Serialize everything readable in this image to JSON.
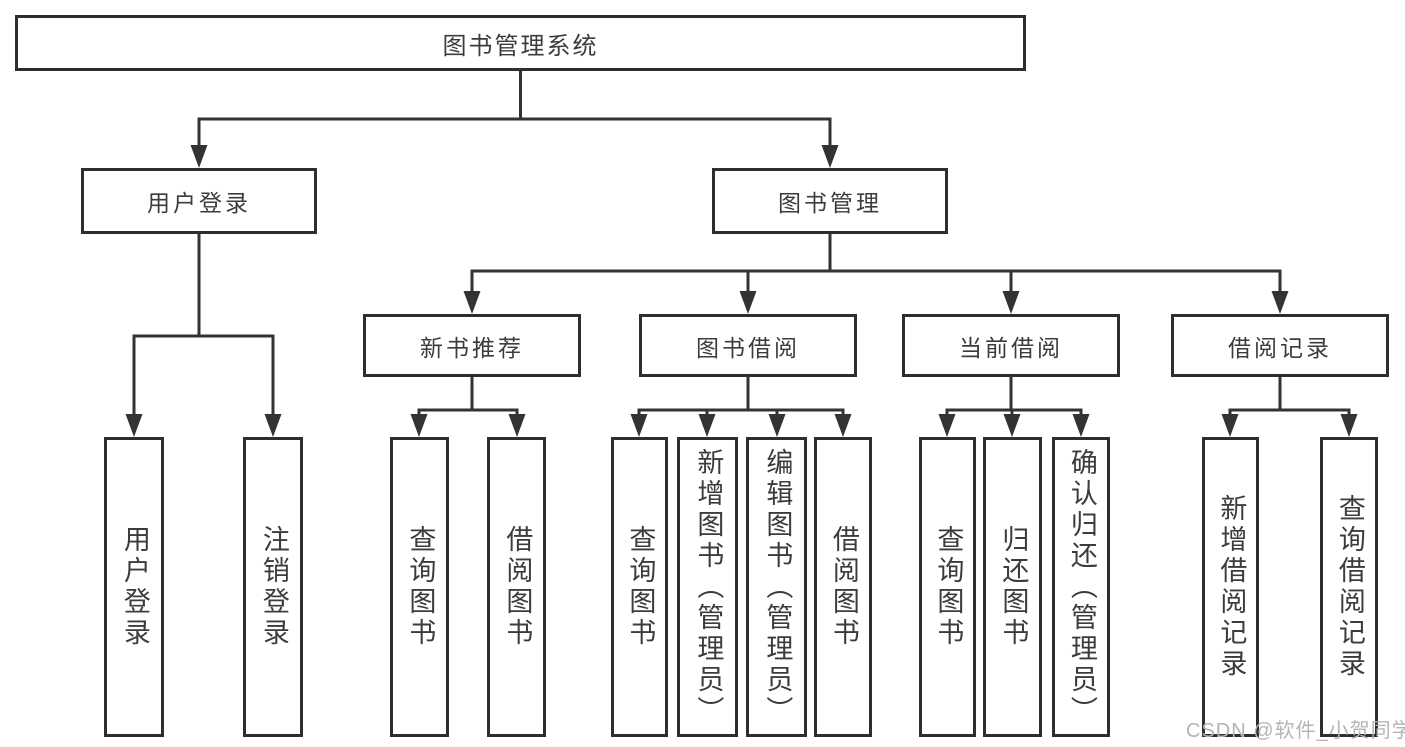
{
  "diagram": {
    "root_label": "图书管理系统",
    "branches": [
      {
        "label": "用户登录",
        "leaves": [
          "用户登录",
          "注销登录"
        ]
      },
      {
        "label": "图书管理",
        "children": [
          {
            "label": "新书推荐",
            "leaves": [
              "查询图书",
              "借阅图书"
            ]
          },
          {
            "label": "图书借阅",
            "leaves": [
              "查询图书",
              "新增图书（管理员）",
              "编辑图书（管理员）",
              "借阅图书"
            ]
          },
          {
            "label": "当前借阅",
            "leaves": [
              "查询图书",
              "归还图书",
              "确认归还（管理员）"
            ]
          },
          {
            "label": "借阅记录",
            "leaves": [
              "新增借阅记录",
              "查询借阅记录"
            ]
          }
        ]
      }
    ]
  },
  "watermark": "CSDN @软件_小贺同学",
  "colors": {
    "line": "#333333",
    "box_border": "#2e2e2e",
    "text": "#3c3c3c",
    "watermark_text": "#b4b4b4",
    "background": "#ffffff"
  }
}
